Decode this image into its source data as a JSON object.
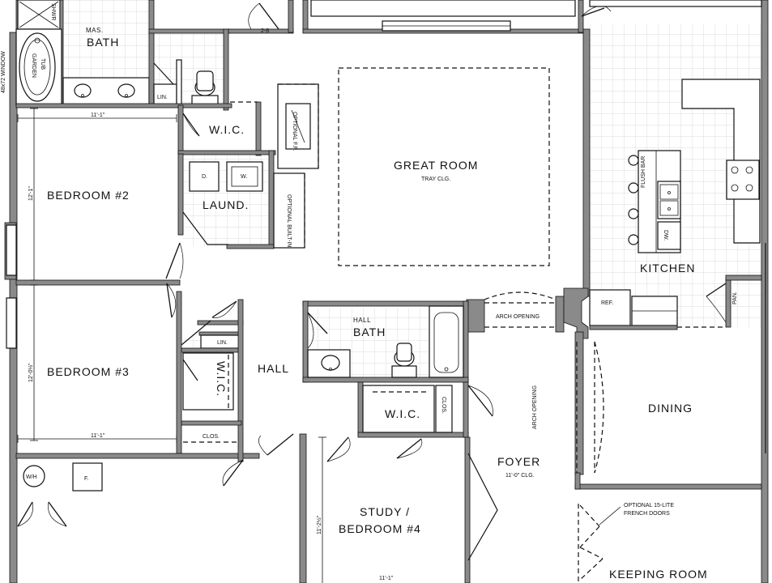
{
  "rooms": {
    "mas_label": "MAS.",
    "mas_bath": "BATH",
    "garden_tub": [
      "GARDEN",
      "TUB"
    ],
    "shower": "SHWR",
    "lin_top": "LIN.",
    "wic_top": "W.I.C.",
    "bedroom2": "BEDROOM #2",
    "bedroom2_dim_w": "11'-1\"",
    "bedroom2_dim_h": "12'-1\"",
    "laundry": "LAUND.",
    "dryer": "D.",
    "washer": "W.",
    "optional_builtin": "OPTIONAL BUILT-IN",
    "optional_fp": "OPTIONAL F.P.",
    "great_room": "GREAT ROOM",
    "great_room_note": "TRAY CLG.",
    "kitchen": "KITCHEN",
    "flush_bar": "FLUSH BAR",
    "dw": "DW.",
    "ref": "REF.",
    "pan": "PAN.",
    "arch1": "ARCH OPENING",
    "arch2": "ARCH OPENING",
    "hall_bath_label": "HALL",
    "hall_bath": "BATH",
    "lin_mid": "LIN.",
    "bedroom3": "BEDROOM #3",
    "bedroom3_dim_w": "11'-1\"",
    "bedroom3_dim_h": "12'-0½\"",
    "wic_b3": "W.I.C.",
    "clos1": "CLOS.",
    "hall": "HALL",
    "wic_mid": "W.I.C.",
    "clos2": "CLOS.",
    "dining": "DINING",
    "foyer": "FOYER",
    "foyer_note": "11'-0\" CLG.",
    "wh": "W/H",
    "furnace": "F.",
    "study": "STUDY /",
    "study2": "BEDROOM #4",
    "study_dim_h": "11'-2½\"",
    "study_dim_w": "11'-1\"",
    "french_doors": [
      "OPTIONAL 15-LITE",
      "FRENCH DOORS"
    ],
    "keeping": "KEEPING ROOM",
    "dim_top": "2-8"
  }
}
